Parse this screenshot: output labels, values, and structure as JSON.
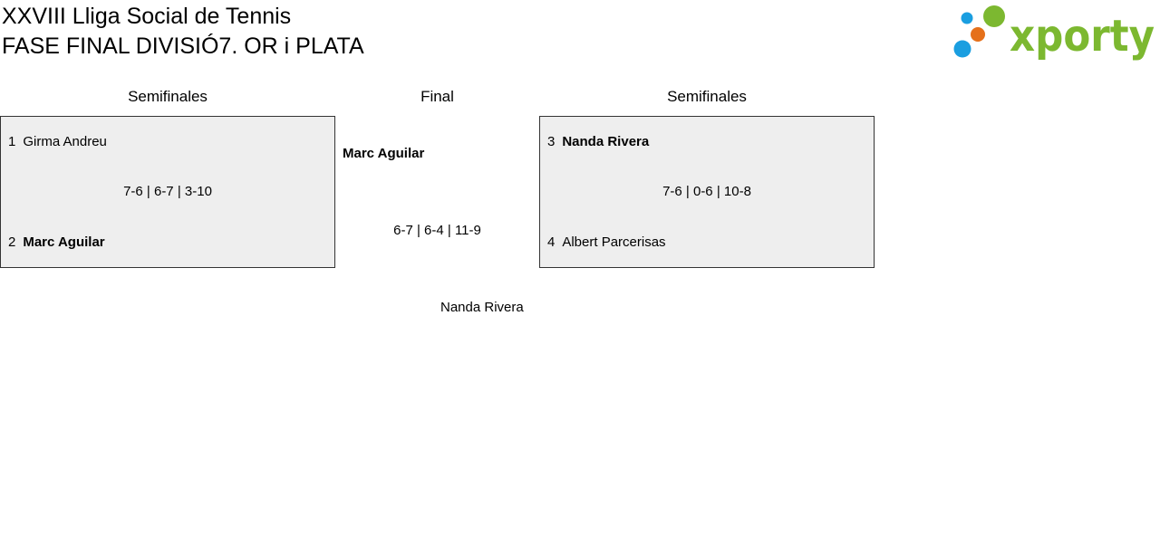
{
  "header": {
    "title": "XXVIII Lliga Social de Tennis",
    "subtitle": "FASE FINAL DIVISIÓ7. OR i PLATA"
  },
  "logo": {
    "text": "xporty",
    "colors": {
      "green": "#7cb830",
      "blue": "#1a9ee0",
      "orange": "#e5701a"
    }
  },
  "columns": {
    "left": "Semifinales",
    "final": "Final",
    "right": "Semifinales"
  },
  "semifinal_left": {
    "player1": {
      "seed": "1",
      "name": "Girma Andreu",
      "winner": false
    },
    "player2": {
      "seed": "2",
      "name": "Marc Aguilar",
      "winner": true
    },
    "score": "7-6 | 6-7 | 3-10"
  },
  "semifinal_right": {
    "player1": {
      "seed": "3",
      "name": "Nanda Rivera",
      "winner": true
    },
    "player2": {
      "seed": "4",
      "name": "Albert Parcerisas",
      "winner": false
    },
    "score": "7-6 | 0-6 | 10-8"
  },
  "final": {
    "player_top": "Marc Aguilar",
    "player_bottom": "Nanda Rivera",
    "score": "6-7 | 6-4 | 11-9"
  },
  "colors": {
    "match_background": "#eeeeee",
    "match_border": "#333333"
  }
}
